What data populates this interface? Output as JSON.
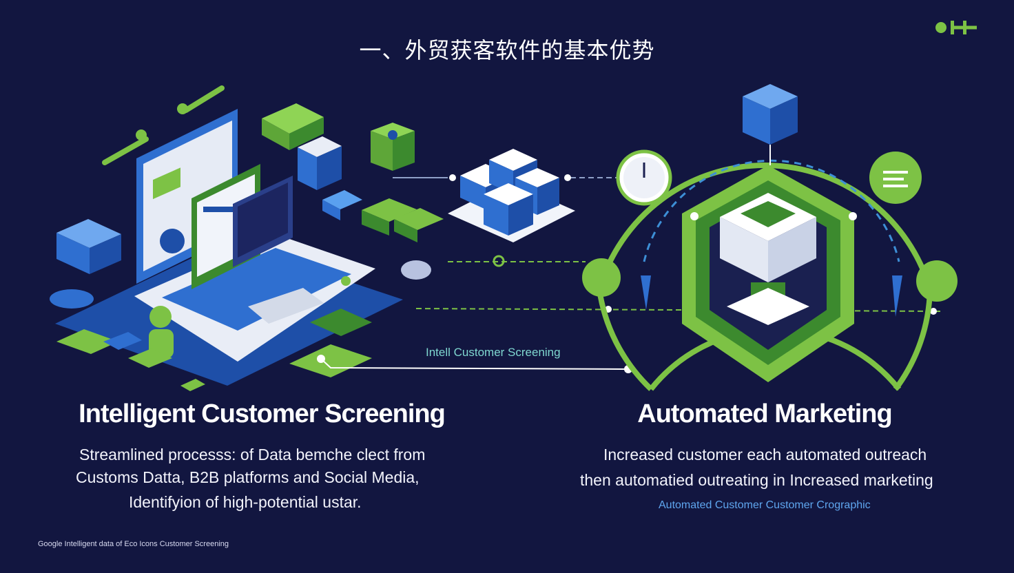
{
  "title": "一、外贸获客软件的基本优势",
  "logo": {
    "icon": "oh-logo-icon",
    "text": "OH"
  },
  "colors": {
    "background": "#121640",
    "green": "#7dc245",
    "dark_green": "#3c8a2e",
    "blue": "#2f6fd0",
    "white": "#ffffff"
  },
  "connector_label": "Intell Customer Screening",
  "left": {
    "heading": "Intelligent Customer Screening",
    "lines": [
      "Streamlined processs: of Data bemche clect from",
      "Customs Datta, B2B platforms and Social Media,",
      "Identifyion of high-potential ustar."
    ]
  },
  "right": {
    "heading": "Automated Marketing",
    "lines": [
      "Increased customer each automated outreach",
      "then automatied outreating in Increased marketing"
    ],
    "caption": "Automated Customer Customer Crographic"
  },
  "footnote": "Google Intelligent data of Eco Icons Customer Screening"
}
